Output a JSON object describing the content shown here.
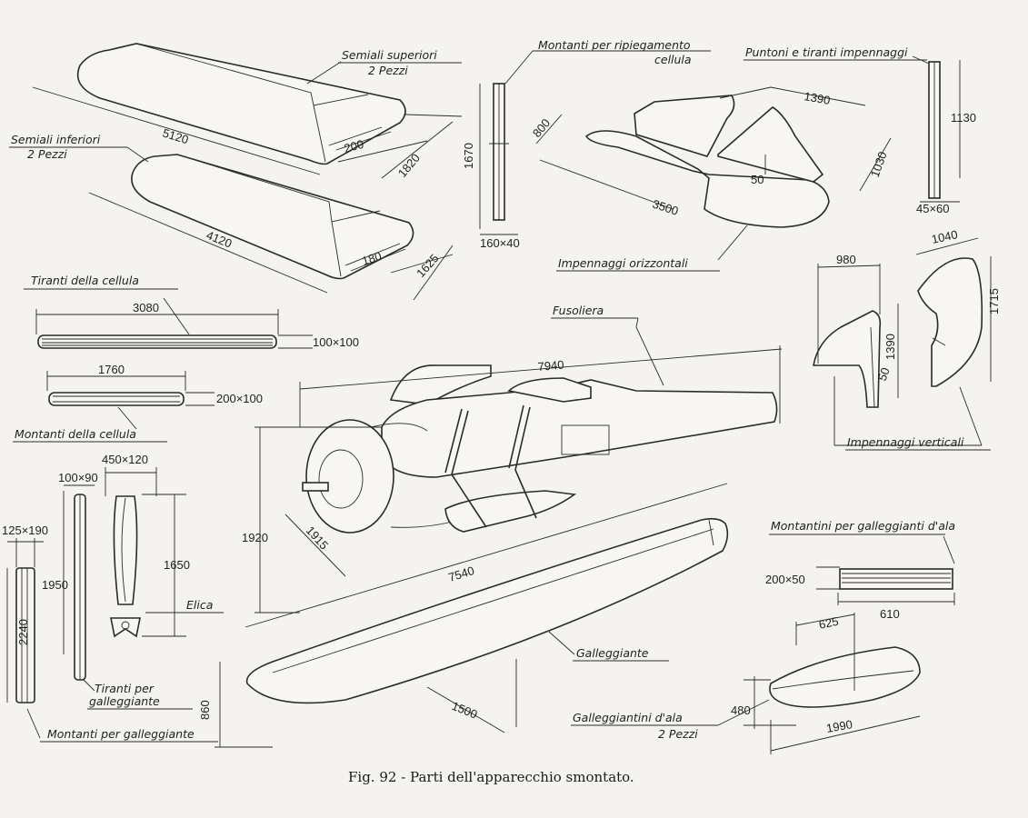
{
  "labels": {
    "semiali_superiori": "Semiali superiori",
    "semiali_superiori_qty": "2 Pezzi",
    "semiali_inferiori": "Semiali inferiori",
    "semiali_inferiori_qty": "2 Pezzi",
    "montanti_ripiegamento": "Montanti per ripiegamento",
    "montanti_ripiegamento_2": "cellula",
    "puntoni_tiranti": "Puntoni e tiranti impennaggi",
    "impennaggi_orizzontali": "Impennaggi orizzontali",
    "tiranti_cellula": "Tiranti della cellula",
    "montanti_cellula": "Montanti della cellula",
    "fusoliera": "Fusoliera",
    "impennaggi_verticali": "Impennaggi verticali",
    "elica": "Elica",
    "montantini_galleggianti": "Montantini per galleggianti d'ala",
    "galleggiante": "Galleggiante",
    "tiranti_galleggiante": "Tiranti per",
    "tiranti_galleggiante_2": "galleggiante",
    "montanti_galleggiante": "Montanti per galleggiante",
    "galleggiantini": "Galleggiantini d'ala",
    "galleggiantini_qty": "2 Pezzi"
  },
  "dimensions": {
    "d5120": "5120",
    "d1820": "1820",
    "d200": "200",
    "d4120": "4120",
    "d1625": "1625",
    "d180": "180",
    "d1670": "1670",
    "d160x40": "160×40",
    "d1390a": "1390",
    "d800": "800",
    "d3500": "3500",
    "d50a": "50",
    "d1030": "1030",
    "d1130": "1130",
    "d45x60": "45×60",
    "d3080": "3080",
    "d100x100": "100×100",
    "d1760": "1760",
    "d200x100": "200×100",
    "d7940": "7940",
    "d1920": "1920",
    "d1915": "1915",
    "d7540": "7540",
    "d980": "980",
    "d1390b": "1390",
    "d50b": "50",
    "d1040": "1040",
    "d1715": "1715",
    "d450x120": "450×120",
    "d100x90": "100×90",
    "d125x190": "125×190",
    "d1950": "1950",
    "d2240": "2240",
    "d1650": "1650",
    "d200x50": "200×50",
    "d610": "610",
    "d1500": "1500",
    "d860": "860",
    "d625": "625",
    "d480": "480",
    "d1990": "1990"
  },
  "caption": "Fig. 92 - Parti dell'apparecchio smontato."
}
